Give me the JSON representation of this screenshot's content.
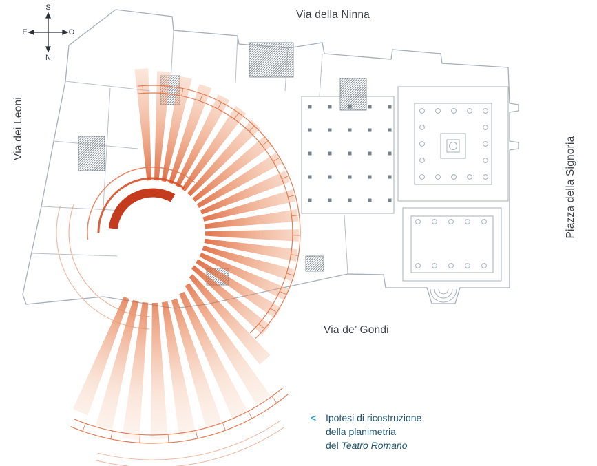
{
  "streets": {
    "top": "Via della Ninna",
    "left": "Via dei Leoni",
    "right": "Piazza della Signoria",
    "bottom": "Via de’ Gondi"
  },
  "compass": {
    "top": "S",
    "bottom": "N",
    "left": "E",
    "right": "O"
  },
  "caption": {
    "marker": "<",
    "line1": "Ipotesi di ricostruzione",
    "line2": "della planimetria",
    "line3_prefix": "del ",
    "line3_italic": "Teatro Romano"
  },
  "colors": {
    "theater_red": "#d2491d",
    "theater_dark_red": "#c02a0b",
    "theater_ring": "#df7046",
    "plan_gray": "#a6b0b9",
    "plan_dark": "#76828c",
    "caption_text": "#1d5570",
    "caption_marker": "#35a3cc",
    "label_text": "#3a4046"
  }
}
